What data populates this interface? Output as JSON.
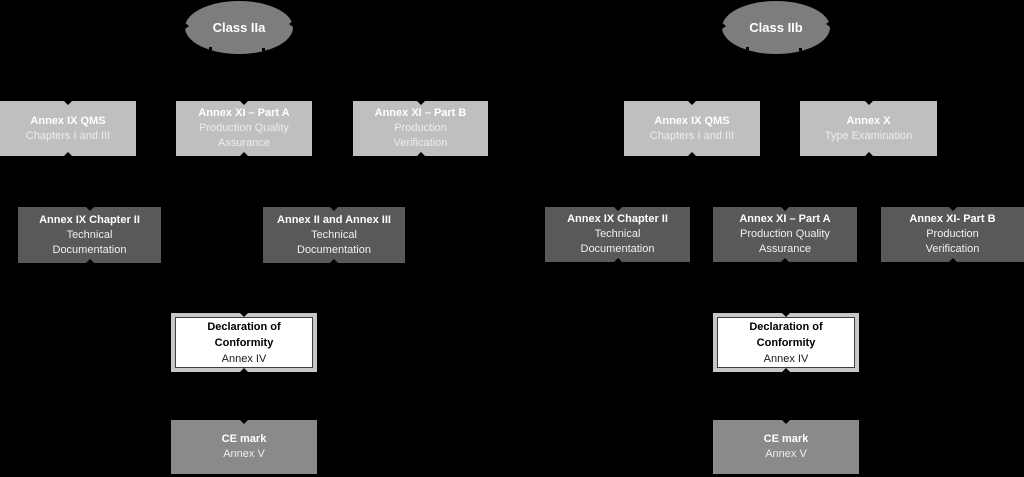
{
  "colors": {
    "background": "#000000",
    "ellipse_fill": "#7d7d7d",
    "light_box_fill": "#bfbfbf",
    "dark_box_fill": "#595959",
    "ce_box_fill": "#8a8a8a",
    "declaration_frame": "#c7c7c7",
    "declaration_border": "#3f3f3f",
    "declaration_fill": "#ffffff",
    "box_text": "#ffffff",
    "declaration_text": "#000000",
    "connector": "#000000"
  },
  "left": {
    "label": "Class IIa",
    "row1": [
      {
        "t": "Annex IX QMS",
        "s1": "Chapters I and III"
      },
      {
        "t": "Annex XI – Part A",
        "s1": "Production Quality",
        "s2": "Assurance"
      },
      {
        "t": "Annex XI – Part B",
        "s1": "Production",
        "s2": "Verification"
      }
    ],
    "row2": [
      {
        "t": "Annex IX Chapter II",
        "s1": "Technical",
        "s2": "Documentation"
      },
      {
        "t": "Annex II and Annex III",
        "s1": "Technical",
        "s2": "Documentation"
      }
    ],
    "decl": {
      "b1": "Declaration of",
      "b2": "Conformity",
      "s": "Annex IV"
    },
    "ce": {
      "t": "CE mark",
      "s": "Annex V"
    }
  },
  "right": {
    "label": "Class IIb",
    "row1": [
      {
        "t": "Annex IX QMS",
        "s1": "Chapters I and III"
      },
      {
        "t": "Annex X",
        "s1": "Type Examination"
      }
    ],
    "row2": [
      {
        "t": "Annex IX Chapter II",
        "s1": "Technical",
        "s2": "Documentation"
      },
      {
        "t": "Annex XI – Part A",
        "s1": "Production Quality",
        "s2": "Assurance"
      },
      {
        "t": "Annex XI- Part B",
        "s1": "Production",
        "s2": "Verification"
      }
    ],
    "decl": {
      "b1": "Declaration of",
      "b2": "Conformity",
      "s": "Annex IV"
    },
    "ce": {
      "t": "CE mark",
      "s": "Annex V"
    }
  }
}
